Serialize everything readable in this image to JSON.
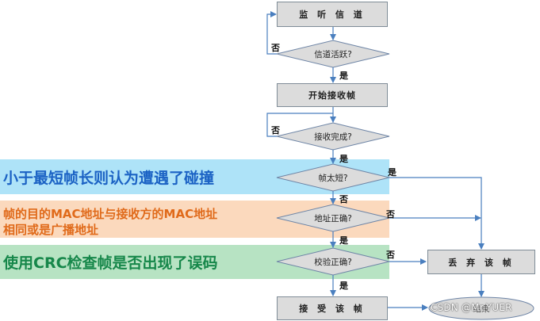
{
  "nodes": {
    "monitor": "监 听 信 道",
    "channel_active": "信道活跃?",
    "start_receive": "开始接收帧",
    "receive_done": "接收完成?",
    "frame_too_short": "帧太短?",
    "address_correct": "地址正确?",
    "checksum_correct": "校验正确?",
    "discard_frame": "丢 弃 该 帧",
    "accept_frame": "接 受 该 帧",
    "end": "结束"
  },
  "edge_labels": {
    "channel_active_no": "否",
    "channel_active_yes": "是",
    "receive_done_no": "否",
    "receive_done_yes": "是",
    "too_short_yes": "是",
    "too_short_no": "否",
    "address_no": "否",
    "address_yes": "是",
    "checksum_no": "否",
    "checksum_yes": "是"
  },
  "annotations": {
    "collision": "小于最短帧长则认为遭遇了碰撞",
    "address_line1": "帧的目的MAC地址与接收方的MAC地址",
    "address_line2": "相同或是广播地址",
    "crc": "使用CRC检查帧是否出现了误码"
  },
  "watermark": "CSDN @Mr.YUER",
  "colors": {
    "band_blue": "#aee3f8",
    "band_orange": "#fbd9bd",
    "band_green": "#b7e3c3",
    "text_blue": "#1b62c4",
    "text_orange": "#e06a1a",
    "text_green": "#16874a",
    "node_fill": "#dcdcdc",
    "arrow": "#4a7fbf"
  }
}
